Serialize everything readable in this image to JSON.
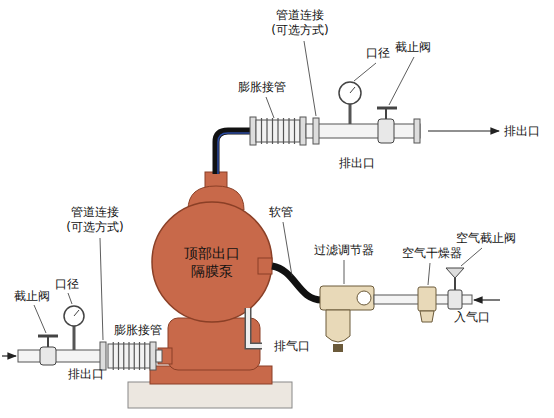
{
  "diagram": {
    "nodes": [
      {
        "text": [
          "顶部出口 隔膜泵"
        ]
      }
    ],
    "labels": [
      "管道连接 (可选方式)",
      "口径",
      "截止阀",
      "膨胀接管",
      "排出口",
      "排出口",
      "软管",
      "过滤调节器",
      "空气截止阀",
      "空气干燥器",
      "入气口",
      "排气口",
      "管道连接 (可选方式)",
      "口径",
      "截止阀",
      "膨胀接管",
      "排出口"
    ]
  }
}
